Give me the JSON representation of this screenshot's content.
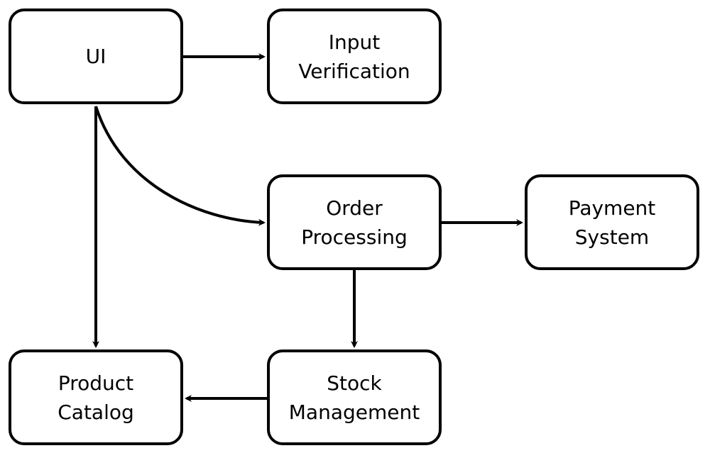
{
  "diagram": {
    "nodes": {
      "ui": {
        "lines": [
          "UI"
        ]
      },
      "input_verification": {
        "lines": [
          "Input",
          "Verification"
        ]
      },
      "order_processing": {
        "lines": [
          "Order",
          "Processing"
        ]
      },
      "payment_system": {
        "lines": [
          "Payment",
          "System"
        ]
      },
      "product_catalog": {
        "lines": [
          "Product",
          "Catalog"
        ]
      },
      "stock_management": {
        "lines": [
          "Stock",
          "Management"
        ]
      }
    },
    "edges": [
      {
        "from": "UI",
        "to": "Input Verification"
      },
      {
        "from": "UI",
        "to": "Order Processing"
      },
      {
        "from": "UI",
        "to": "Product Catalog"
      },
      {
        "from": "Order Processing",
        "to": "Payment System"
      },
      {
        "from": "Order Processing",
        "to": "Stock Management"
      },
      {
        "from": "Stock Management",
        "to": "Product Catalog"
      }
    ]
  }
}
